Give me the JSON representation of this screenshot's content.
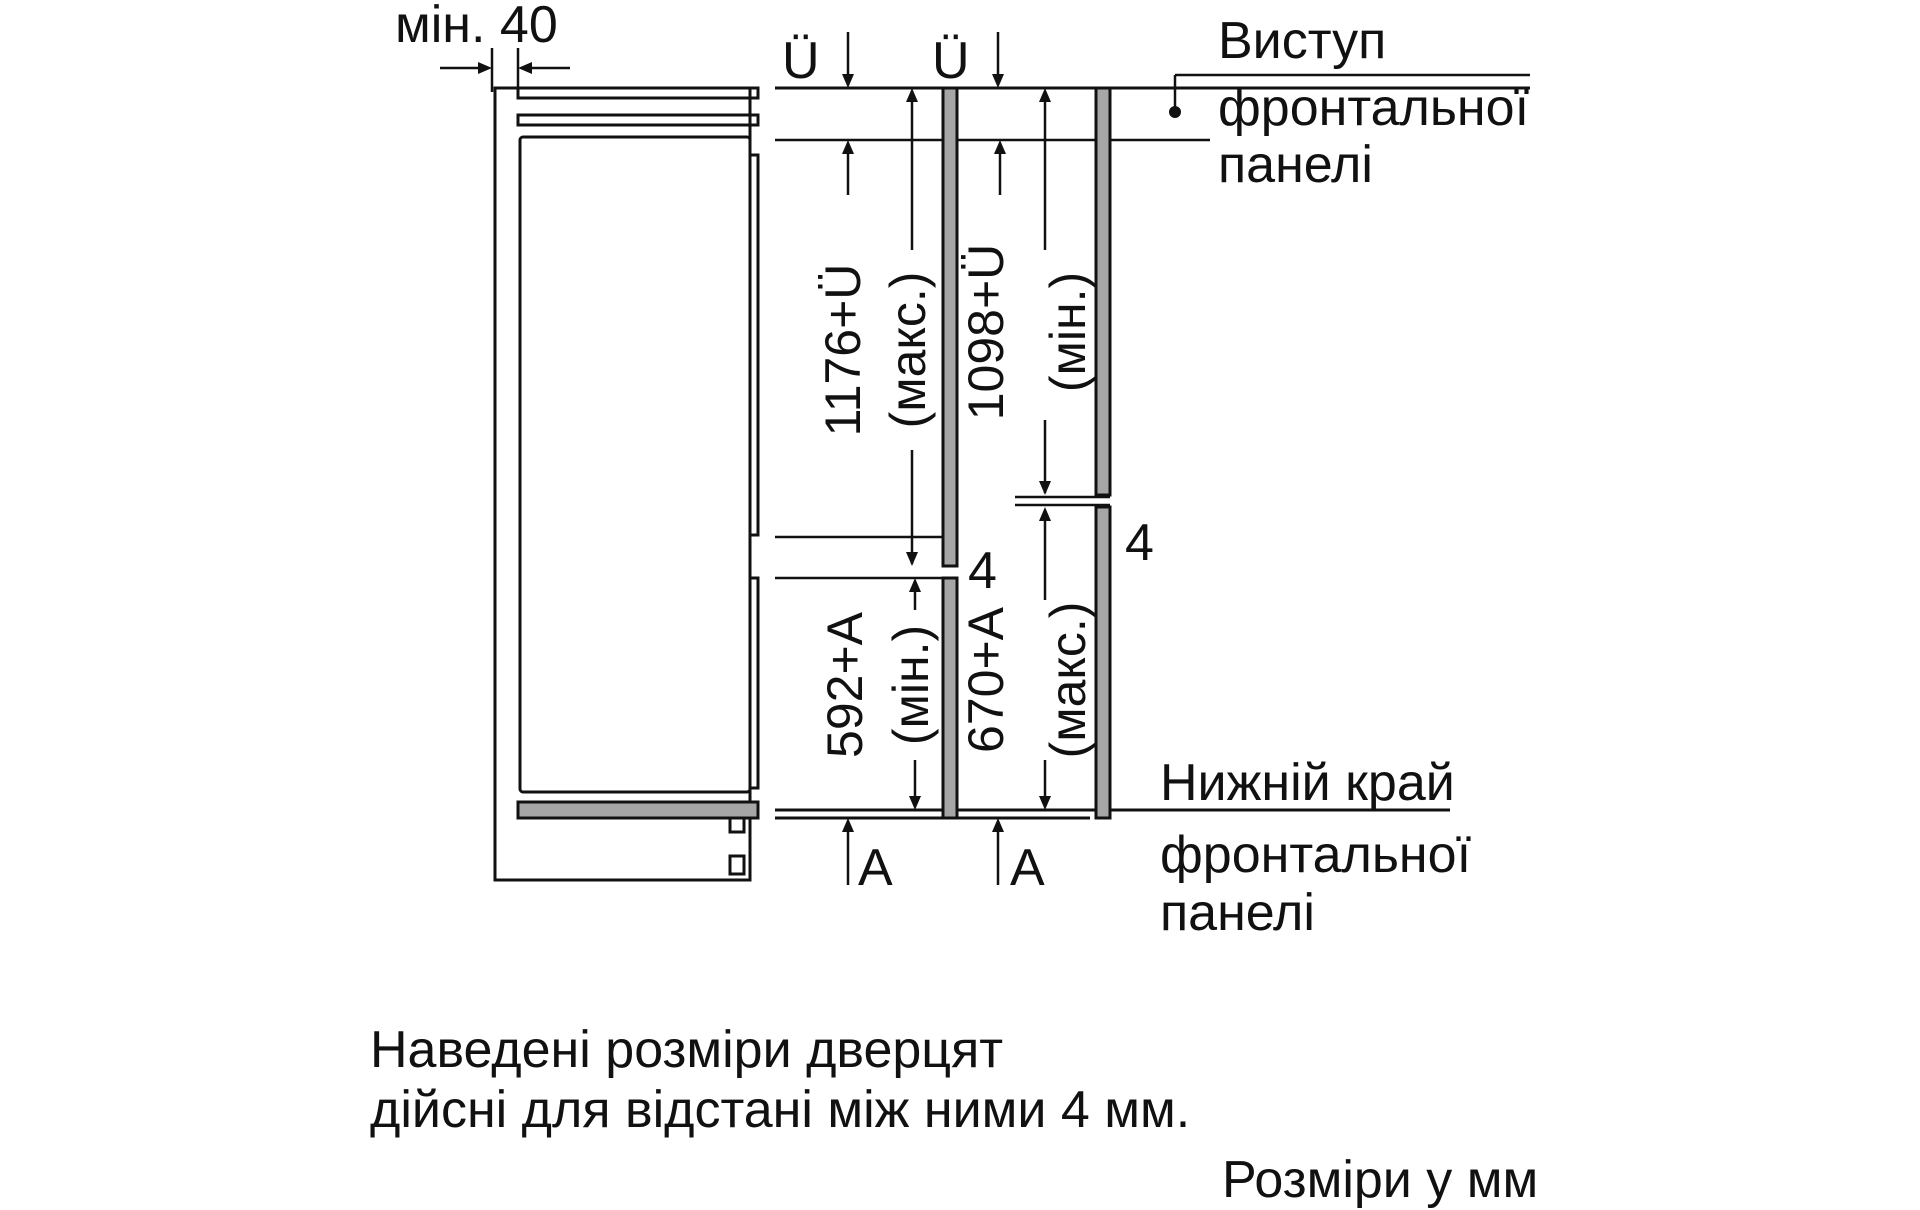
{
  "labels": {
    "min_gap": "мін. 40",
    "overhang_u1": "Ü",
    "overhang_u2": "Ü",
    "top_edge_title": "Виступ",
    "top_edge_line2": "фронтальної",
    "top_edge_line3": "панелі",
    "gap_right": "4",
    "gap_middle": "4",
    "bottom_edge_title": "Нижній край",
    "bottom_edge_line2": "фронтальної",
    "bottom_edge_line3": "панелі",
    "a_left": "A",
    "a_right": "A"
  },
  "dimensions": {
    "upper_max_value": "1176+Ü",
    "upper_max_note": "(макс.)",
    "upper_min_value": "1098+Ü",
    "upper_min_note": "(мін.)",
    "lower_min_value": "592+A",
    "lower_min_note": "(мін.)",
    "lower_max_value": "670+A",
    "lower_max_note": "(макс.)"
  },
  "notes": {
    "door_line1": "Наведені розміри дверцят",
    "door_line2": "дійсні для відстані між ними 4 мм.",
    "units": "Розміри у мм"
  }
}
